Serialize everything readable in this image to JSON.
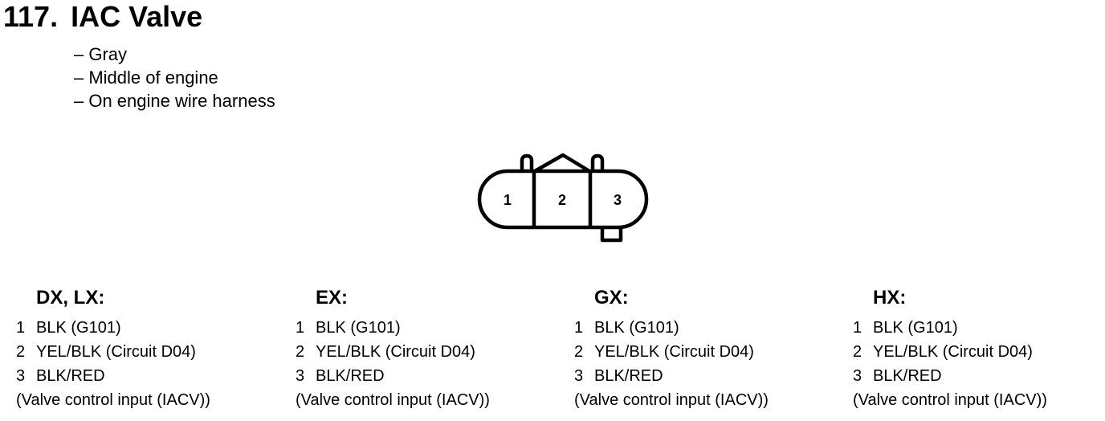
{
  "title": {
    "number": "117.",
    "name": "IAC Valve"
  },
  "notes": [
    "– Gray",
    "– Middle of engine",
    "– On engine wire harness"
  ],
  "connector": {
    "pins": [
      "1",
      "2",
      "3"
    ]
  },
  "variants": [
    {
      "title": "DX, LX:",
      "pins": [
        {
          "num": "1",
          "wire": "BLK (G101)"
        },
        {
          "num": "2",
          "wire": "YEL/BLK (Circuit D04)"
        },
        {
          "num": "3",
          "wire": "BLK/RED",
          "note": "(Valve control input (IACV))"
        }
      ]
    },
    {
      "title": "EX:",
      "pins": [
        {
          "num": "1",
          "wire": "BLK (G101)"
        },
        {
          "num": "2",
          "wire": "YEL/BLK (Circuit D04)"
        },
        {
          "num": "3",
          "wire": "BLK/RED",
          "note": "(Valve control input (IACV))"
        }
      ]
    },
    {
      "title": "GX:",
      "pins": [
        {
          "num": "1",
          "wire": "BLK (G101)"
        },
        {
          "num": "2",
          "wire": "YEL/BLK (Circuit D04)"
        },
        {
          "num": "3",
          "wire": "BLK/RED",
          "note": "(Valve control input (IACV))"
        }
      ]
    },
    {
      "title": "HX:",
      "pins": [
        {
          "num": "1",
          "wire": "BLK (G101)"
        },
        {
          "num": "2",
          "wire": "YEL/BLK (Circuit D04)"
        },
        {
          "num": "3",
          "wire": "BLK/RED",
          "note": "(Valve control input (IACV))"
        }
      ]
    }
  ]
}
